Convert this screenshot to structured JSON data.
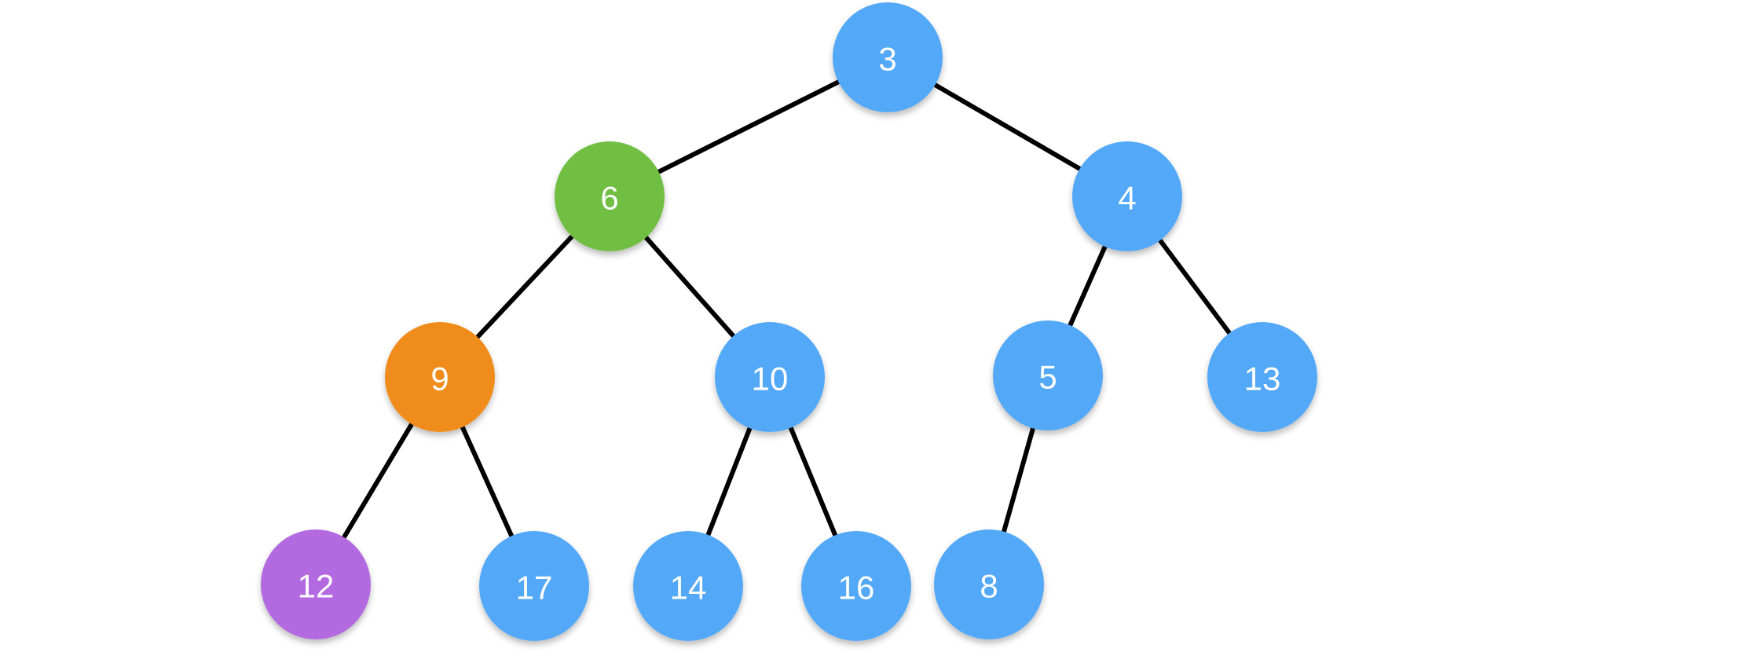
{
  "colors": {
    "default": "#52A8F7",
    "green": "#6FBF43",
    "orange": "#F08C1C",
    "purple": "#B36BE0",
    "edge": "#000000",
    "label": "#FFFFFF"
  },
  "tree": {
    "nodes": [
      {
        "id": "n3",
        "label": "3",
        "color": "default"
      },
      {
        "id": "n6",
        "label": "6",
        "color": "green"
      },
      {
        "id": "n4",
        "label": "4",
        "color": "default"
      },
      {
        "id": "n9",
        "label": "9",
        "color": "orange"
      },
      {
        "id": "n10",
        "label": "10",
        "color": "default"
      },
      {
        "id": "n5",
        "label": "5",
        "color": "default"
      },
      {
        "id": "n13",
        "label": "13",
        "color": "default"
      },
      {
        "id": "n12",
        "label": "12",
        "color": "purple"
      },
      {
        "id": "n17",
        "label": "17",
        "color": "default"
      },
      {
        "id": "n14",
        "label": "14",
        "color": "default"
      },
      {
        "id": "n16",
        "label": "16",
        "color": "default"
      },
      {
        "id": "n8",
        "label": "8",
        "color": "default"
      }
    ],
    "edges": [
      {
        "from": "n3",
        "to": "n6"
      },
      {
        "from": "n3",
        "to": "n4"
      },
      {
        "from": "n6",
        "to": "n9"
      },
      {
        "from": "n6",
        "to": "n10"
      },
      {
        "from": "n4",
        "to": "n5"
      },
      {
        "from": "n4",
        "to": "n13"
      },
      {
        "from": "n9",
        "to": "n12"
      },
      {
        "from": "n9",
        "to": "n17"
      },
      {
        "from": "n10",
        "to": "n14"
      },
      {
        "from": "n10",
        "to": "n16"
      },
      {
        "from": "n5",
        "to": "n8"
      }
    ]
  }
}
